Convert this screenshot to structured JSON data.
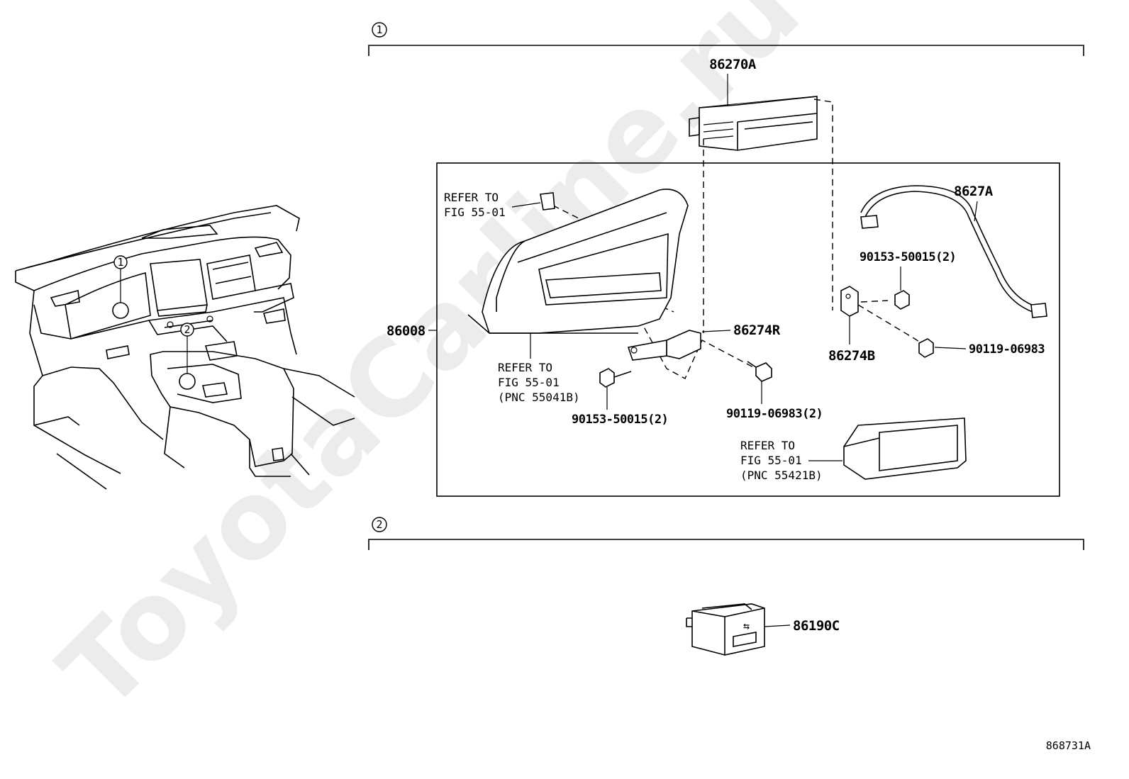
{
  "watermark": "ToyotaCarline.ru",
  "diagram_id": "868731A",
  "sections": [
    {
      "index": "1"
    },
    {
      "index": "2"
    }
  ],
  "labels": {
    "p86270A": "86270A",
    "p8627A": "8627A",
    "p86008": "86008",
    "p86274R": "86274R",
    "p86274B": "86274B",
    "p86190C": "86190C",
    "bolt1": "90153-50015(2)",
    "bolt2": "90153-50015(2)",
    "bolt3": "90119-06983(2)",
    "bolt4": "90119-06983"
  },
  "refer_notes": {
    "r1": [
      "REFER TO",
      "FIG 55-01"
    ],
    "r2": [
      "REFER TO",
      "FIG 55-01",
      "(PNC 55041B)"
    ],
    "r3": [
      "REFER TO",
      "FIG 55-01",
      "(PNC 55421B)"
    ]
  }
}
